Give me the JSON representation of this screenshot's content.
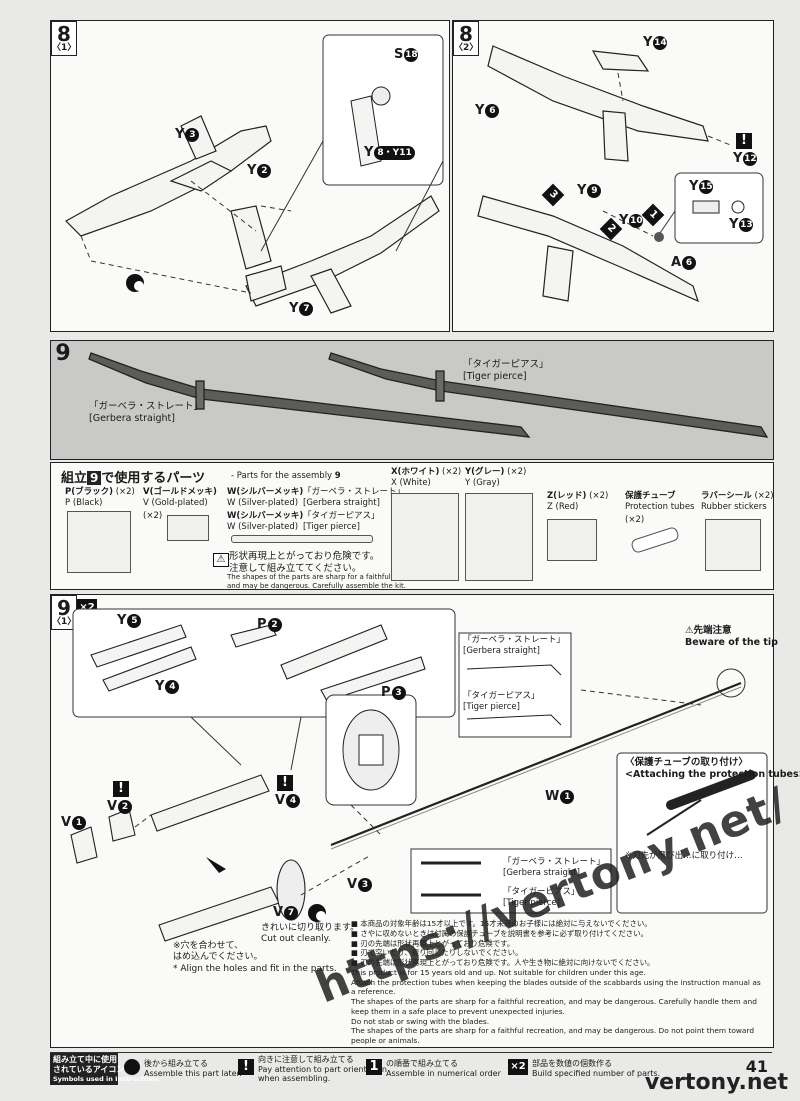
{
  "step8_1": {
    "step": "8",
    "sub": "〈1〉",
    "labels": [
      {
        "name": "y3",
        "text": "Y",
        "num": "3"
      },
      {
        "name": "y2",
        "text": "Y",
        "num": "2"
      },
      {
        "name": "s18",
        "text": "S",
        "num": "18"
      },
      {
        "name": "y8y11",
        "text": "Y",
        "num": "8・Y11"
      },
      {
        "name": "y7",
        "text": "Y",
        "num": "7"
      }
    ]
  },
  "step8_2": {
    "step": "8",
    "sub": "〈2〉",
    "labels": [
      {
        "name": "y14",
        "text": "Y",
        "num": "14"
      },
      {
        "name": "y6",
        "text": "Y",
        "num": "6"
      },
      {
        "name": "y12",
        "text": "Y",
        "num": "12"
      },
      {
        "name": "y9",
        "text": "Y",
        "num": "9"
      },
      {
        "name": "y10",
        "text": "Y",
        "num": "10"
      },
      {
        "name": "a6",
        "text": "A",
        "num": "6"
      },
      {
        "name": "y15",
        "text": "Y",
        "num": "15"
      },
      {
        "name": "y13",
        "text": "Y",
        "num": "13"
      }
    ],
    "order_marks": [
      "1",
      "2",
      "3"
    ]
  },
  "step9": {
    "step": "9",
    "gerbera_jp": "「ガーベラ・ストレート」",
    "gerbera_en": "[Gerbera straight]",
    "tiger_jp": "「タイガーピアス」",
    "tiger_en": "[Tiger pierce]"
  },
  "parts": {
    "title_jp_pre": "組立",
    "title_num": "9",
    "title_jp_post": "で使用するパーツ",
    "title_en": "- Parts for the assembly",
    "title_en_num": "9",
    "p_jp": "P(ブラック)",
    "p_en": "P (Black)",
    "p_qty": "(×2)",
    "v_jp": "V(ゴールドメッキ)",
    "v_en": "V (Gold-plated)",
    "v_qty": "(×2)",
    "w1_jp": "W(シルバーメッキ)",
    "w1_en": "W (Silver-plated)",
    "w1_name_jp": "「ガーベラ・ストレート」",
    "w1_name_en": "[Gerbera straight]",
    "w2_jp": "W(シルバーメッキ)",
    "w2_en": "W (Silver-plated)",
    "w2_name_jp": "「タイガーピアス」",
    "w2_name_en": "[Tiger pierce]",
    "x_jp": "X(ホワイト)",
    "x_en": "X (White)",
    "x_qty": "(×2)",
    "y_jp": "Y(グレー)",
    "y_en": "Y (Gray)",
    "y_qty": "(×2)",
    "z_jp": "Z(レッド)",
    "z_en": "Z (Red)",
    "z_qty": "(×2)",
    "tube_jp": "保護チューブ",
    "tube_en": "Protection tubes",
    "tube_qty": "(×2)",
    "rubber_jp": "ラバーシール",
    "rubber_en": "Rubber stickers",
    "rubber_qty": "(×2)",
    "warn_jp1": "形状再現上とがっており危険です。",
    "warn_jp2": "注意して組み立ててください。",
    "warn_en1": "The shapes of the parts are sharp for a faithful recreation,",
    "warn_en2": "and may be dangerous. Carefully assemble the kit."
  },
  "step9_1": {
    "step": "9",
    "sub": "〈1〉",
    "mult": "×2",
    "labels": [
      {
        "name": "y5",
        "text": "Y",
        "num": "5"
      },
      {
        "name": "y4",
        "text": "Y",
        "num": "4"
      },
      {
        "name": "p2",
        "text": "P",
        "num": "2"
      },
      {
        "name": "p3",
        "text": "P",
        "num": "3"
      },
      {
        "name": "v2",
        "text": "V",
        "num": "2"
      },
      {
        "name": "v1",
        "text": "V",
        "num": "1"
      },
      {
        "name": "v4",
        "text": "V",
        "num": "4"
      },
      {
        "name": "w1",
        "text": "W",
        "num": "1"
      },
      {
        "name": "v3",
        "text": "V",
        "num": "3"
      },
      {
        "name": "v7",
        "text": "V",
        "num": "7"
      }
    ],
    "tip_jp": "先端注意",
    "tip_en": "Beware of the tip",
    "gerbera_jp": "「ガーベラ・ストレート」",
    "gerbera_en": "[Gerbera straight]",
    "tiger_jp": "「タイガーピアス」",
    "tiger_en": "[Tiger pierce]",
    "cut_jp": "きれいに切り取ります。",
    "cut_en": "Cut out cleanly.",
    "align_jp1": "※穴を合わせて、",
    "align_jp2": "はめ込んでください。",
    "align_en": "* Align the holes and fit in the parts.",
    "protect_jp": "〈保護チューブの取り付け〉",
    "protect_en": "<Attaching the protection tubes>",
    "protect_note": "※刃先が飛び出…に取り付け…",
    "notice": [
      "■ 本商品の対象年齢は15才以上です。15才未満のお子様には絶対に与えないでください。",
      "■ さやに収めないときは付属の保護チューブを説明書を参考に必ず取り付けてください。",
      "■ 刃の先端は形状再現上とがっており危険です。",
      "■ 刃で突いたり、振り回したりしないでください。",
      "■ 刃の先端は形状再現上とがっており危険です。人や生き物に絶対に向けないでください。",
      "This product is for 15 years old and up. Not suitable for children under this age.",
      "Attach the protection tubes when keeping the blades outside of the scabbards using the instruction manual as a reference.",
      "The shapes of the parts are sharp for a faithful recreation, and may be dangerous. Carefully handle them and keep them in a safe place to prevent unexpected injuries.",
      "Do not stab or swing with the blades.",
      "The shapes of the parts are sharp for a faithful recreation, and may be dangerous. Do not point them toward people or animals."
    ]
  },
  "footer": {
    "icons_jp1": "組み立て中に使用",
    "icons_jp2": "されているアイコン",
    "icons_en": "Symbols used in Instructions",
    "later_jp": "後から組み立てる",
    "later_en": "Assemble this part later.",
    "attn_jp": "向きに注意して組み立てる",
    "attn_en1": "Pay attention to part orientation",
    "attn_en2": "when assembling.",
    "order_jp": "の順番で組み立てる",
    "order_en": "Assemble in numerical order",
    "mult_jp": "部品を数値の個数作る",
    "mult_en": "Build specified number of parts.",
    "mult_sym": "×2",
    "page": "41"
  },
  "watermark": "https://vertony.net/",
  "brand": "vertony.net"
}
